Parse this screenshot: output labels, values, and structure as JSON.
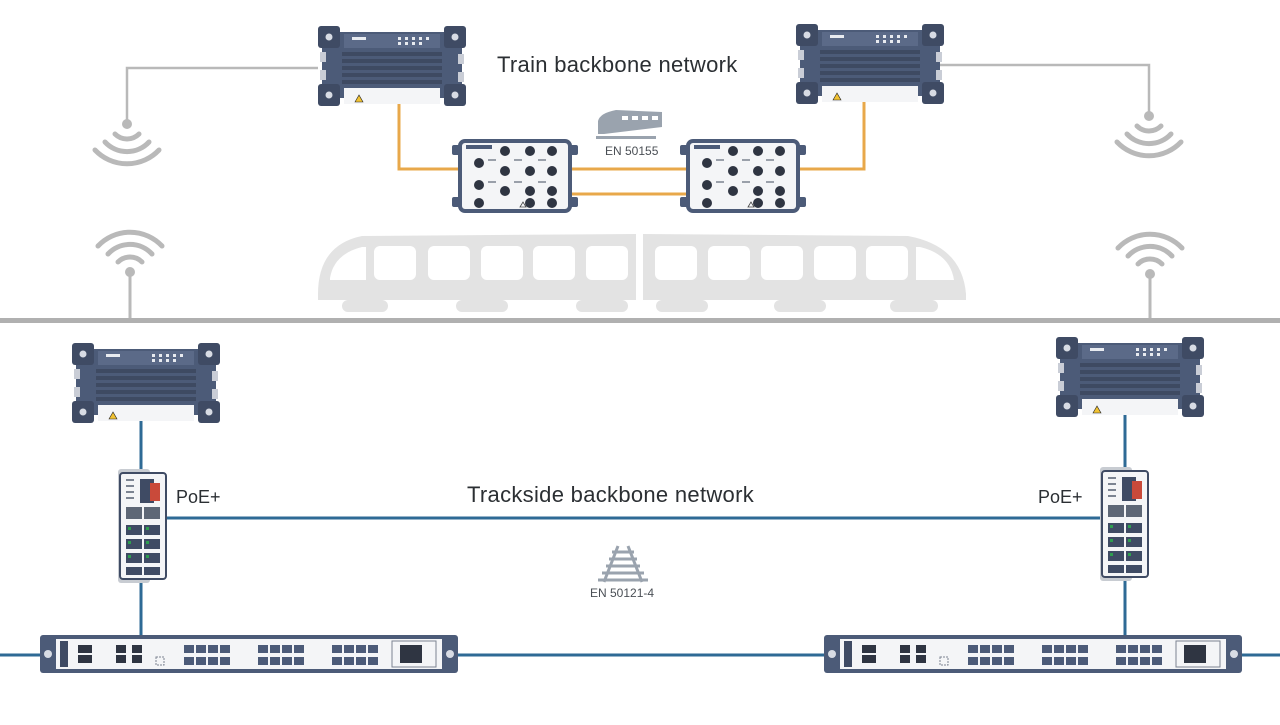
{
  "labels": {
    "train_backbone": "Train backbone network",
    "train_standard": "EN 50155",
    "trackside_backbone": "Trackside backbone network",
    "trackside_standard": "EN 50121-4",
    "poe_left": "PoE+",
    "poe_right": "PoE+"
  },
  "colors": {
    "train_link": "#E8A84A",
    "trackside_link": "#2E6A95",
    "antenna": "#B9B9B9",
    "train_body": "#E3E3E3",
    "rail": "#B0B0B0",
    "device_body": "#4C5B78",
    "device_light": "#F4F5F7"
  },
  "icons": [
    "wifi-signal-icon",
    "train-icon",
    "rail-track-icon",
    "warning-icon"
  ]
}
